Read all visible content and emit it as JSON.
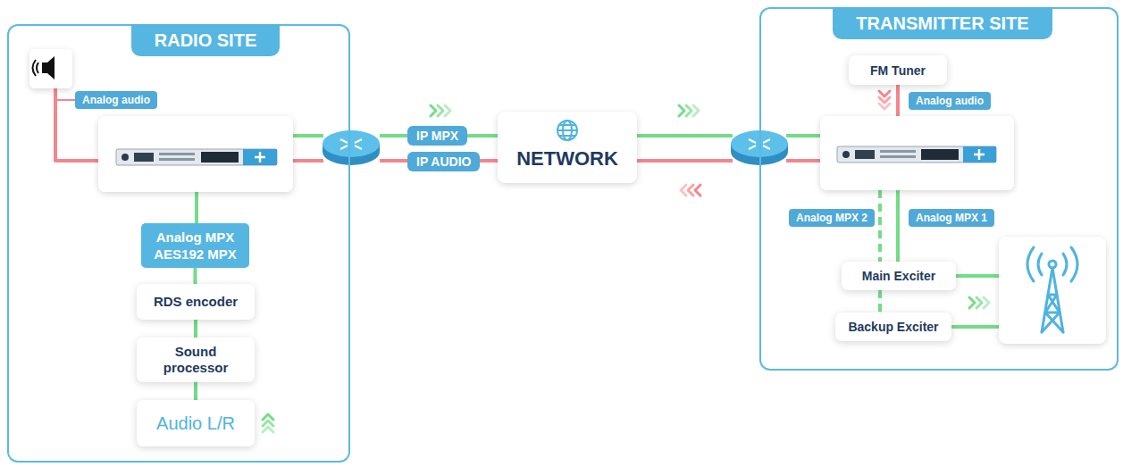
{
  "diagram": {
    "nodes": [
      {
        "text": [
          "RADIO SITE"
        ]
      },
      {
        "text": [
          "Analog audio"
        ],
        "in": 0
      },
      {
        "text": [
          "Analog MPX",
          "AES192 MPX"
        ],
        "in": 0
      },
      {
        "text": [
          "RDS encoder"
        ],
        "in": 0
      },
      {
        "text": [
          "Sound processor"
        ],
        "in": 0
      },
      {
        "text": [
          "Audio L/R"
        ],
        "in": 0
      },
      {
        "text": [
          "IP MPX"
        ]
      },
      {
        "text": [
          "IP AUDIO"
        ]
      },
      {
        "text": [
          "NETWORK"
        ]
      },
      {
        "text": [
          "TRANSMITTER SITE"
        ]
      },
      {
        "text": [
          "FM Tuner"
        ],
        "in": 9
      },
      {
        "text": [
          "Analog audio"
        ],
        "in": 9
      },
      {
        "text": [
          "Analog MPX 2"
        ],
        "in": 9
      },
      {
        "text": [
          "Analog MPX 1"
        ],
        "in": 9
      },
      {
        "text": [
          "Main Exciter"
        ],
        "in": 9
      },
      {
        "text": [
          "Backup Exciter"
        ],
        "in": 9
      }
    ],
    "edges": [
      {
        "from": 5,
        "to": 4,
        "arrow": "none"
      },
      {
        "from": 4,
        "to": 3,
        "arrow": "none"
      },
      {
        "from": 3,
        "to": 2,
        "arrow": "none"
      },
      {
        "from": 14,
        "to": 15,
        "arrow": "none"
      }
    ]
  }
}
